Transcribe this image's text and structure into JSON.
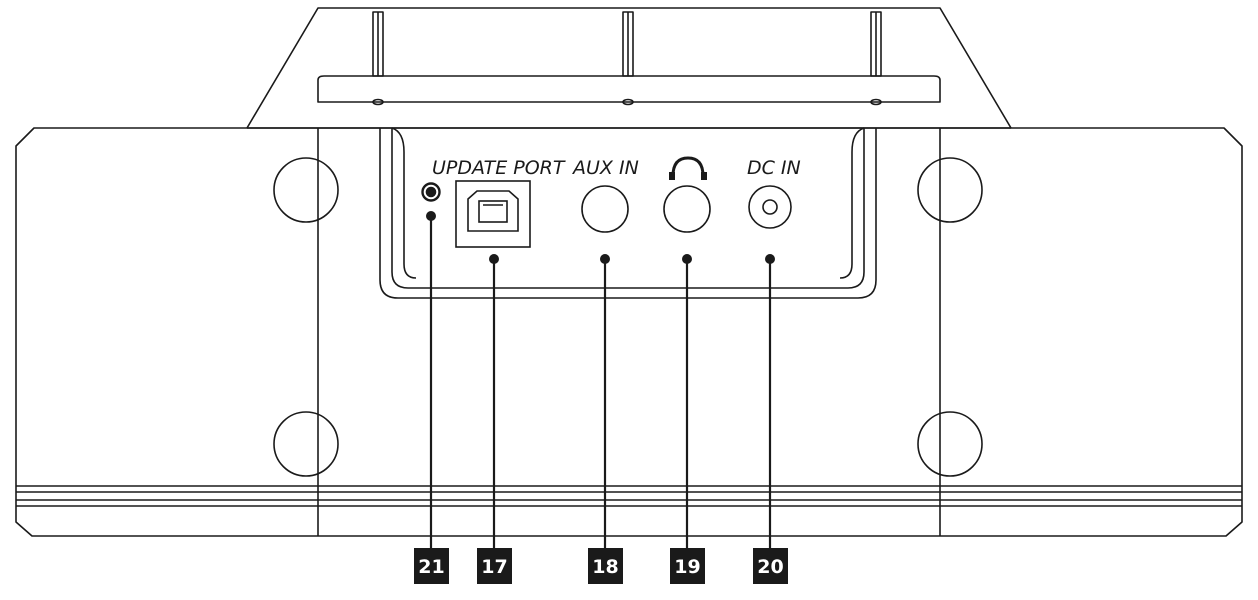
{
  "ports": {
    "update_port": "UPDATE PORT",
    "aux_in": "AUX IN",
    "dc_in": "DC IN",
    "headphone_icon": "headphone-icon"
  },
  "callouts": [
    "21",
    "17",
    "18",
    "19",
    "20"
  ],
  "colors": {
    "line": "#1a1a1a",
    "callout_bg": "#1a1a1a",
    "callout_text": "#ffffff"
  }
}
